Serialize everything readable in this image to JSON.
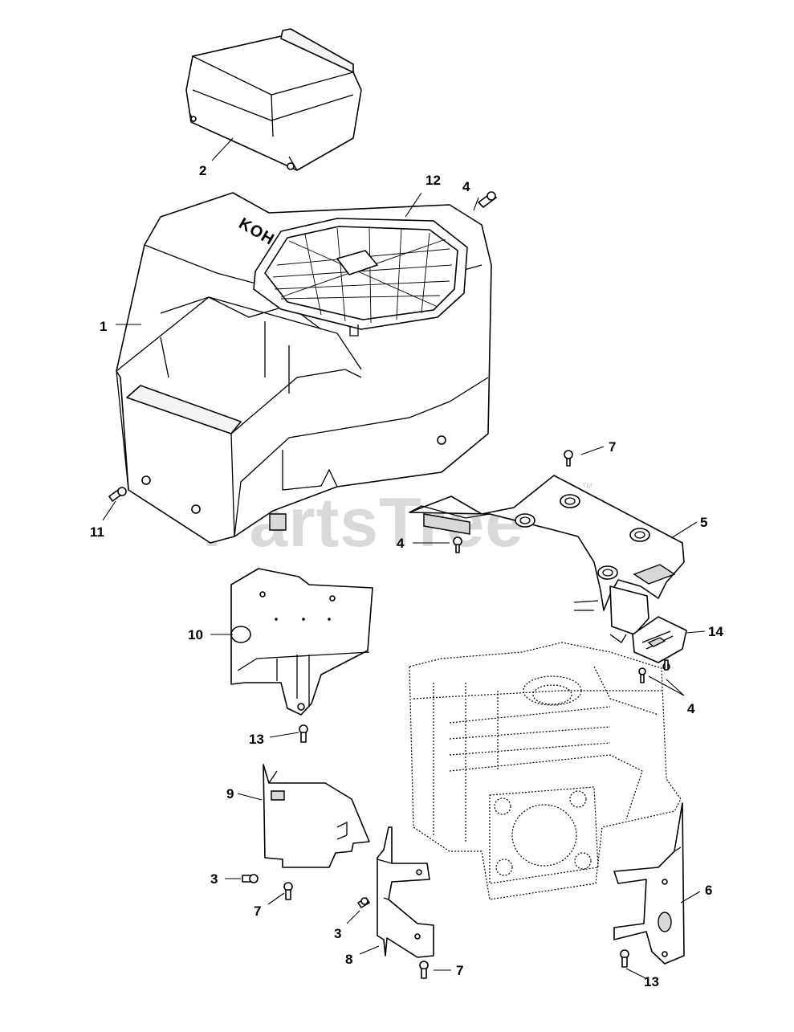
{
  "watermark": {
    "text": "PartsTree",
    "trademark": "TM"
  },
  "brand_embossed": "KOHLER",
  "callouts": {
    "c1": "1",
    "c2": "2",
    "c3a": "3",
    "c3b": "3",
    "c4a": "4",
    "c4b": "4",
    "c4c": "4",
    "c5": "5",
    "c6": "6",
    "c7a": "7",
    "c7b": "7",
    "c7c": "7",
    "c8": "8",
    "c9": "9",
    "c10": "10",
    "c11": "11",
    "c12": "12",
    "c13a": "13",
    "c13b": "13",
    "c14": "14"
  }
}
